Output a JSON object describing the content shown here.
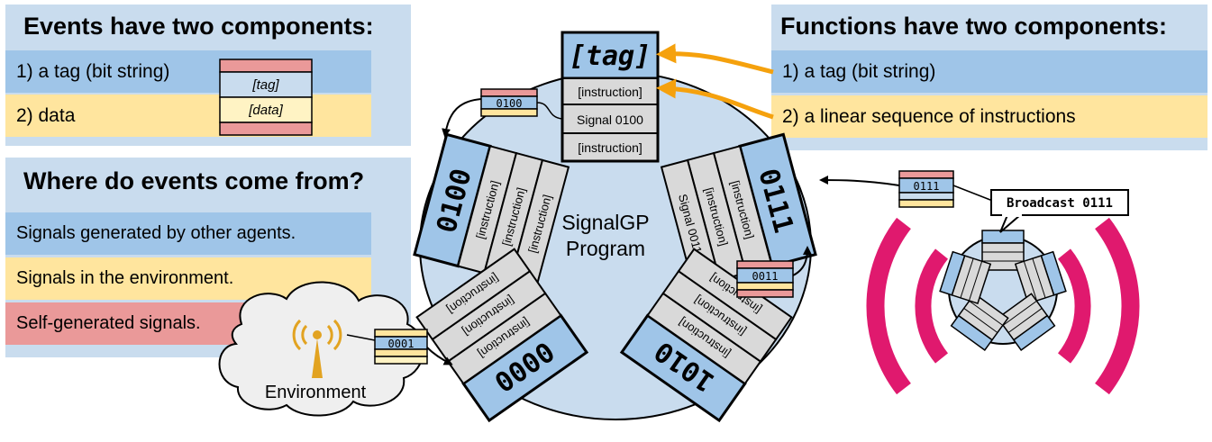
{
  "events_panel": {
    "title": "Events have two components:",
    "row1": "1) a tag (bit string)",
    "row2": "2) data",
    "legend_tag": "[tag]",
    "legend_data": "[data]"
  },
  "functions_panel": {
    "title": "Functions have two components:",
    "row1": "1) a tag (bit string)",
    "row2": "2) a linear sequence of instructions"
  },
  "sources_panel": {
    "title": "Where do events come from?",
    "row1": "Signals generated by other agents.",
    "row2": "Signals in the environment.",
    "row3": "Self-generated signals."
  },
  "program": {
    "label_line1": "SignalGP",
    "label_line2": "Program",
    "top_function": {
      "tag": "[tag]",
      "instructions": [
        "[instruction]",
        "Signal 0100",
        "[instruction]"
      ]
    },
    "left_function": {
      "tag": "0100",
      "instructions": [
        "[instruction]",
        "[instruction]",
        "[instruction]"
      ]
    },
    "right_function": {
      "tag": "0111",
      "instructions": [
        "[instruction]",
        "[instruction]",
        "Signal 0011"
      ]
    },
    "bottom_left_function": {
      "tag": "0000",
      "instructions": [
        "[instruction]",
        "[instruction]",
        "[instruction]"
      ]
    },
    "bottom_right_function": {
      "tag": "1010",
      "instructions": [
        "[instruction]",
        "[instruction]",
        "[instruction]"
      ]
    }
  },
  "events": {
    "self_signal": "0100",
    "self_signal_2": "0011",
    "env_signal": "0001",
    "broadcast_signal": "0111"
  },
  "environment_label": "Environment",
  "broadcast_label": "Broadcast 0111",
  "colors": {
    "panel_bg": "#c9dcee",
    "blue": "#9fc5e8",
    "yellow": "#ffe59e",
    "red": "#ea9999",
    "gray": "#d9d9d9",
    "circle": "#c9dcee",
    "arrow_orange": "#f5a10d",
    "broadcast_pink": "#e0196e",
    "antenna_gold": "#e2a321"
  }
}
